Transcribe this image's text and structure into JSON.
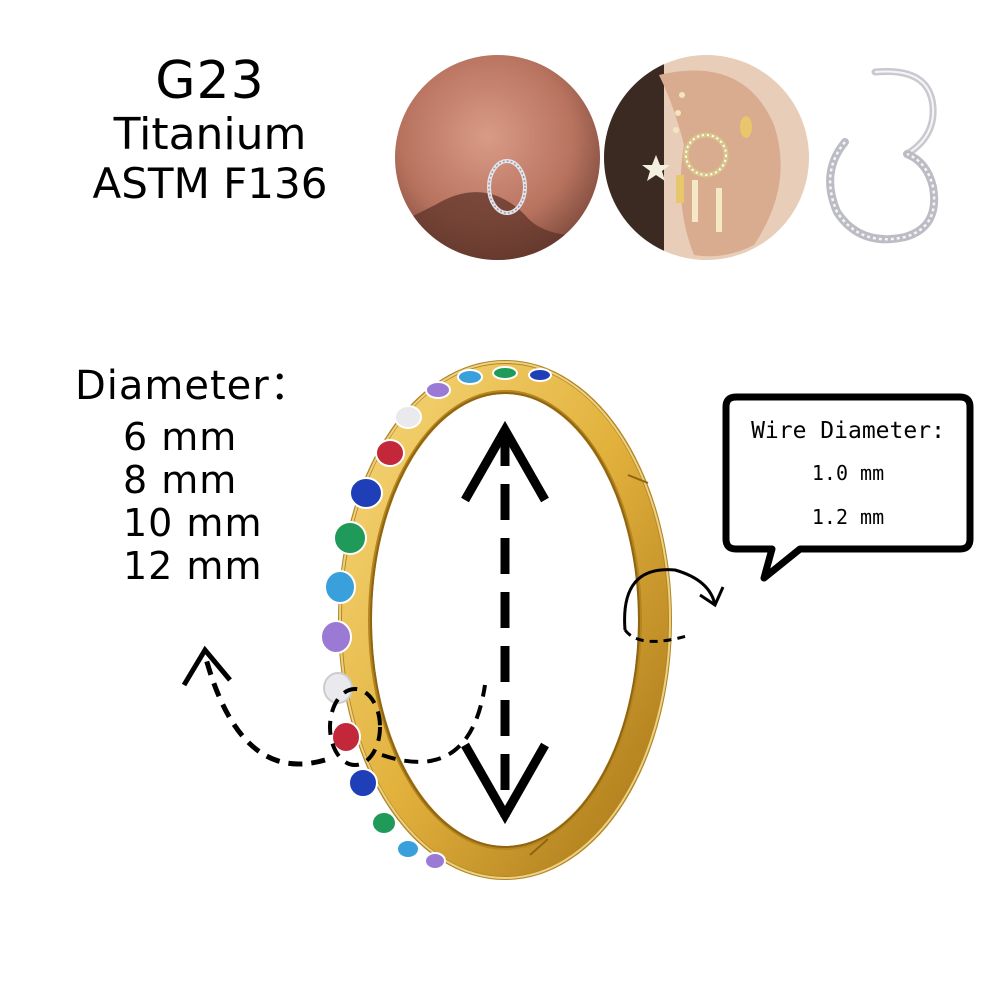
{
  "header": {
    "grade": "G23",
    "material": "Titanium",
    "standard": "ASTM F136"
  },
  "photos": [
    {
      "icon": "nose-piercing-photo-icon"
    },
    {
      "icon": "ear-piercing-photo-icon"
    },
    {
      "icon": "open-hinged-ring-photo-icon"
    }
  ],
  "diameter": {
    "label": "Diameter：",
    "sizes": [
      "6 mm",
      "8 mm",
      "10 mm",
      "12 mm"
    ]
  },
  "wire": {
    "label": "Wire Diameter:",
    "sizes": [
      "1.0 mm",
      "1.2 mm"
    ]
  },
  "colors": {
    "gold": "#e2b13c",
    "gold_dark": "#b5851f",
    "gems": [
      "#c2283a",
      "#1f3fb8",
      "#1f9a58",
      "#3aa0dc",
      "#9b7ad6",
      "#e9e9ee"
    ]
  }
}
